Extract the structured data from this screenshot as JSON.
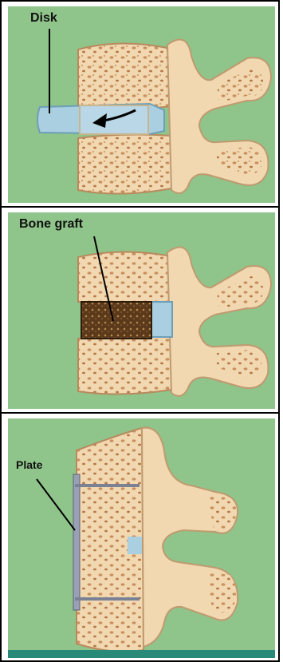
{
  "panels": [
    {
      "label": "Disk"
    },
    {
      "label": "Bone graft"
    },
    {
      "label": "Plate"
    }
  ],
  "colors": {
    "background": "#8fc48a",
    "bone": "#f1d8b0",
    "bone_dark": "#c98f5e",
    "disk": "#a9cfe0",
    "graft": "#5b3a1c",
    "plate": "#9aa0b3"
  }
}
